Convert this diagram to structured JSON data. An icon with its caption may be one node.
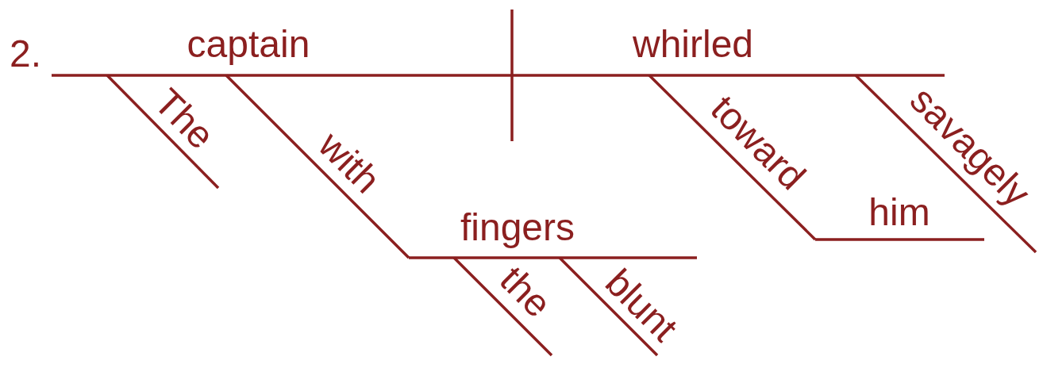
{
  "diagram": {
    "labels": [
      "2.",
      "captain",
      "whirled",
      "The",
      "with",
      "toward",
      "savagely",
      "fingers",
      "him",
      "the",
      "blunt"
    ]
  }
}
